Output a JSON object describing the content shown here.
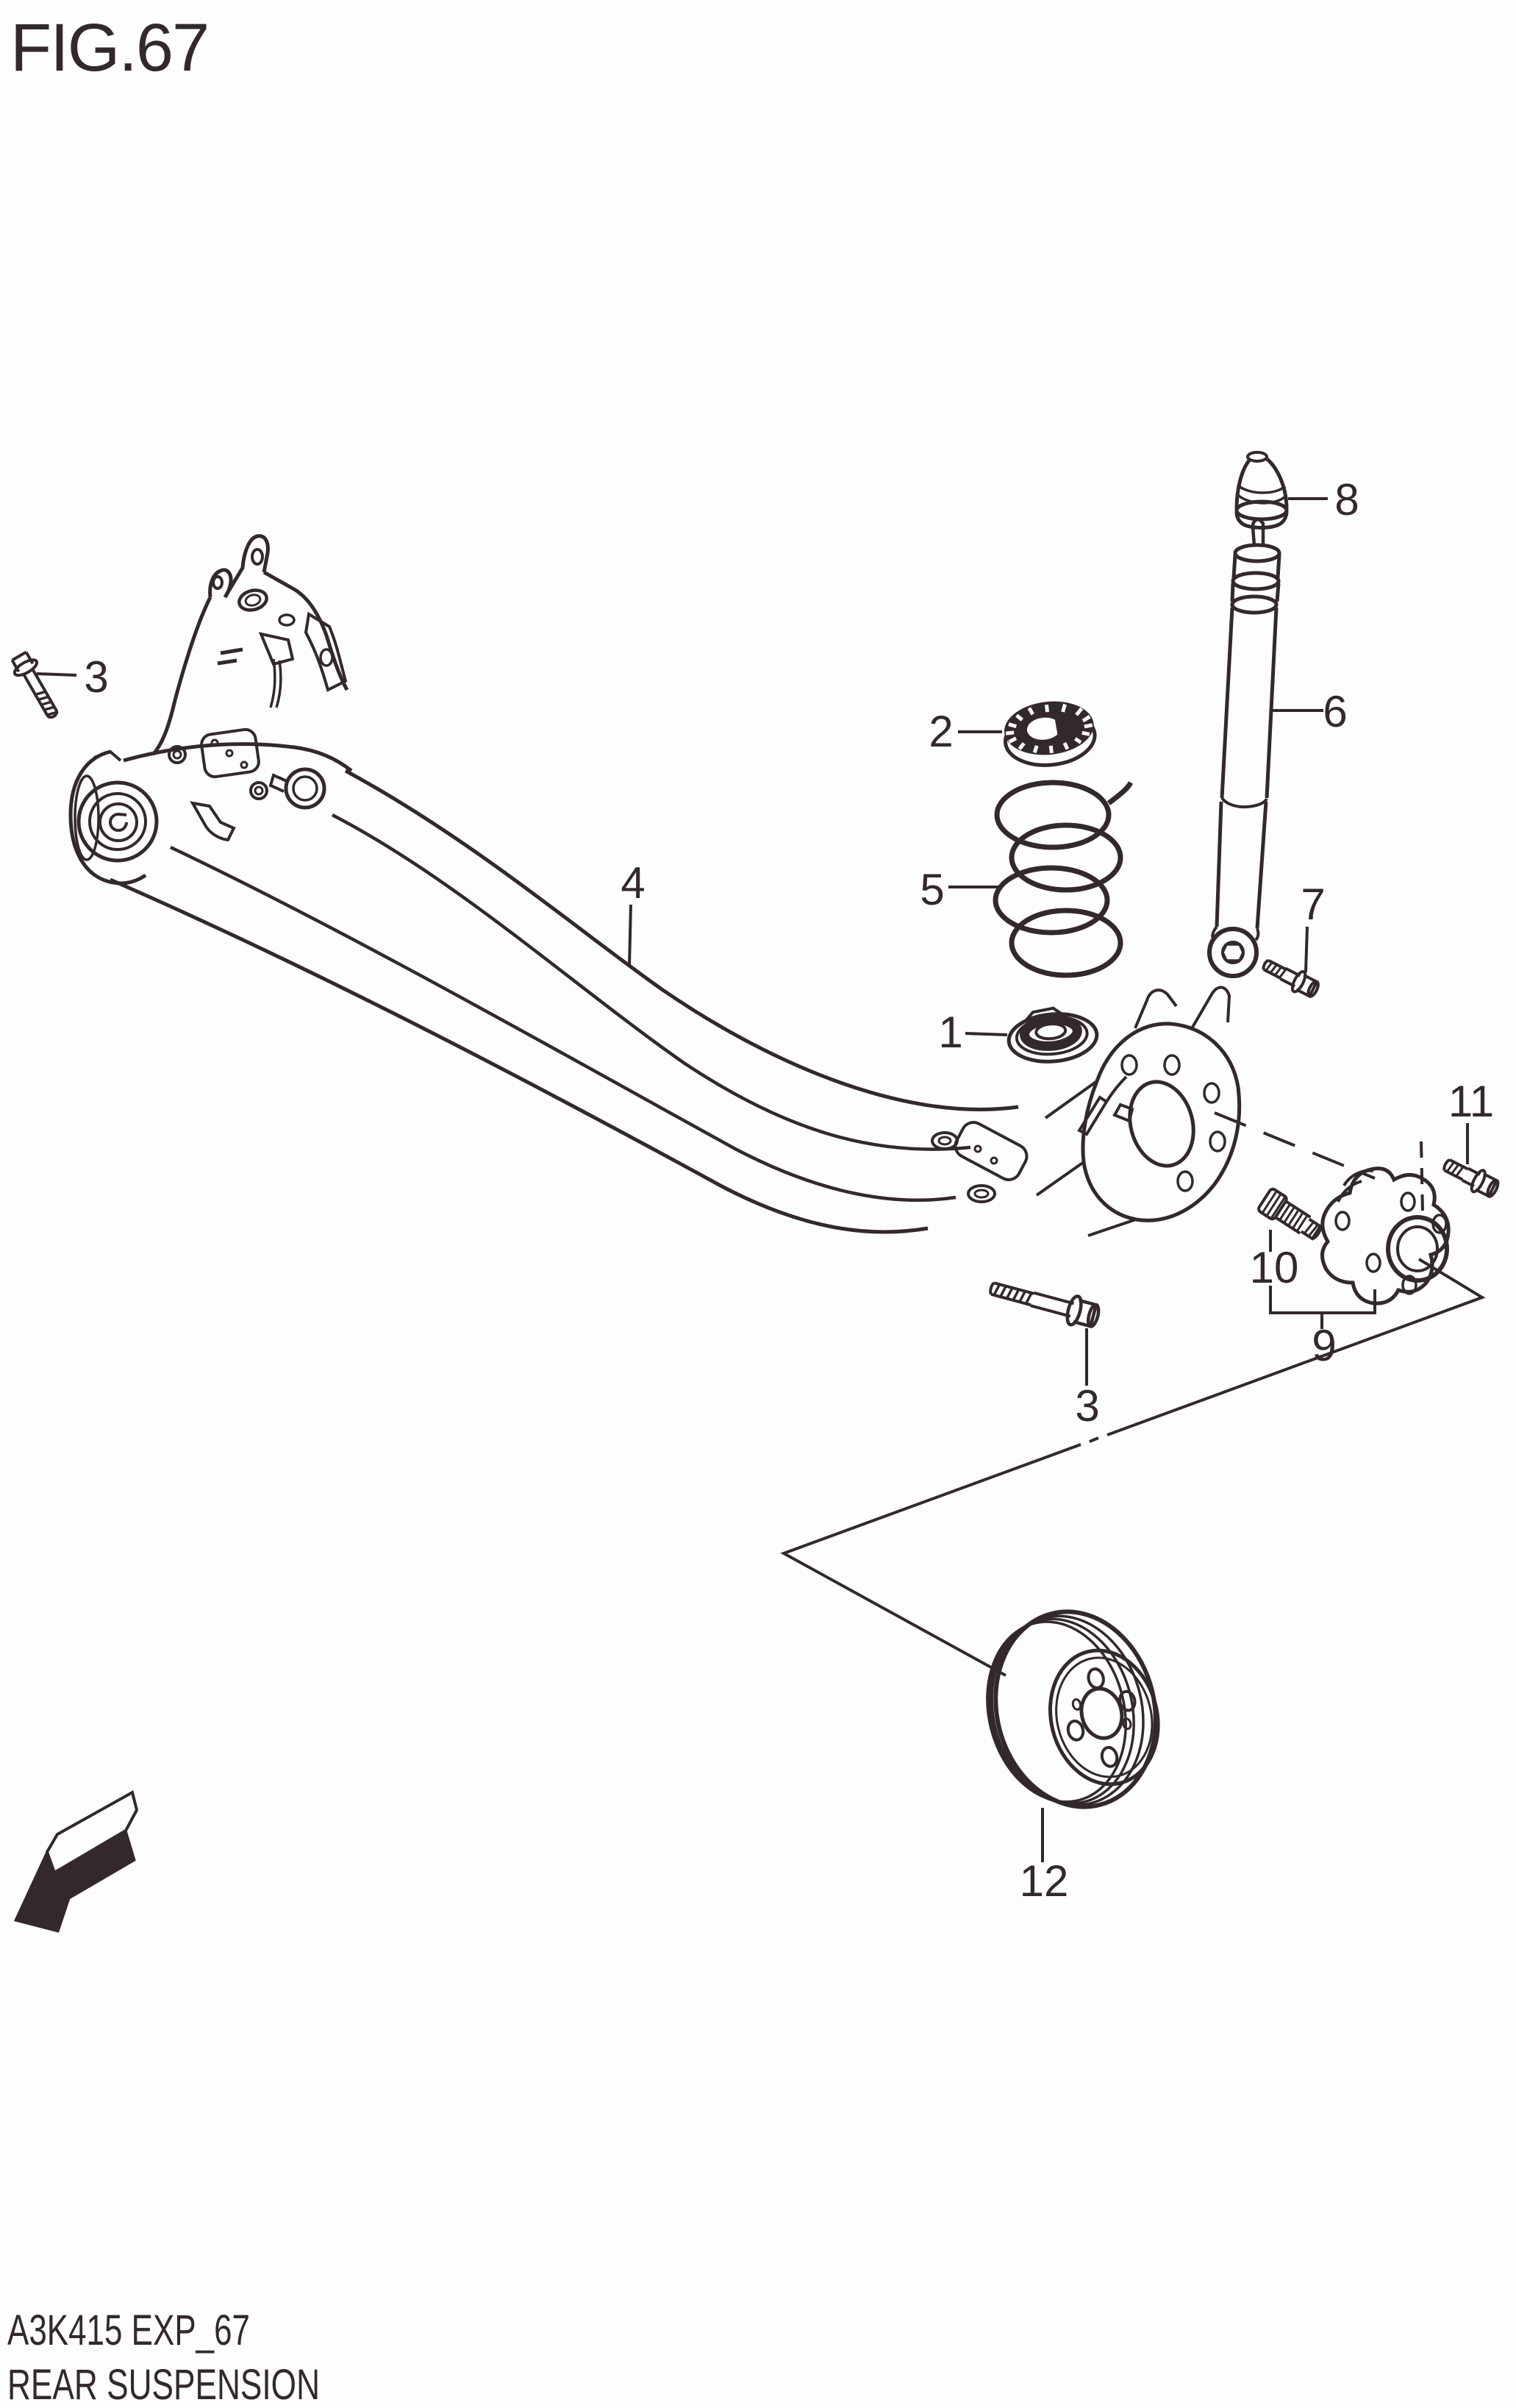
{
  "figure": {
    "title": "FIG.67"
  },
  "footer": {
    "code": "A3K415 EXP_67",
    "caption": "REAR SUSPENSION"
  },
  "direction_indicator": {
    "label": "FWD"
  },
  "ink_color": "#32282e",
  "background_color": "#fdfdfd",
  "callouts": {
    "c1": {
      "label": "1"
    },
    "c2": {
      "label": "2"
    },
    "c3a": {
      "label": "3"
    },
    "c3b": {
      "label": "3"
    },
    "c4": {
      "label": "4"
    },
    "c5": {
      "label": "5"
    },
    "c6": {
      "label": "6"
    },
    "c7": {
      "label": "7"
    },
    "c8": {
      "label": "8"
    },
    "c9": {
      "label": "9"
    },
    "c10": {
      "label": "10"
    },
    "c11": {
      "label": "11"
    },
    "c12": {
      "label": "12"
    }
  }
}
